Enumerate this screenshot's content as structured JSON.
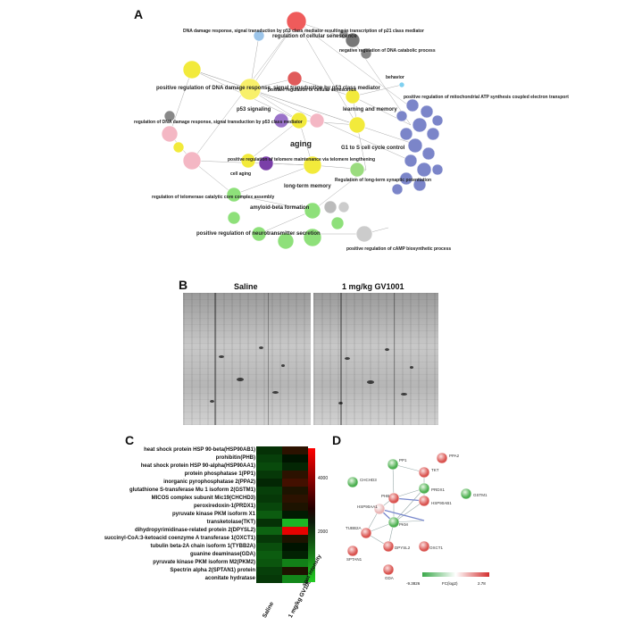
{
  "panels": {
    "a": "A",
    "b": "B",
    "c": "C",
    "d": "D"
  },
  "network": {
    "labels_bold": [
      "DNA damage response, signal transduction by p53 class mediator resulting in transcription of p21 class mediator",
      "regulation of cellular senescence",
      "negative regulation of DNA catabolic process",
      "behavior",
      "positive regulation of DNA damage response, signal transduction by p53 class mediator",
      "p53 signaling",
      "positive regulation of cellular senescence",
      "learning and memory",
      "positive regulation of mitochondrial ATP synthesis coupled electron transport",
      "regulation of DNA damage response, signal transduction by p53 class mediator",
      "aging",
      "G1 to S cell cycle control",
      "positive regulation of telomere maintenance via telomere lengthening",
      "cell aging",
      "long-term memory",
      "Regulation of long-term synaptic potentiation",
      "regulation of telomerase catalytic core complex assembly",
      "amyloid-beta formation",
      "positive regulation of neurotransmitter secretion",
      "positive regulation of cAMP biosynthetic process"
    ]
  },
  "gel": {
    "left_label": "Saline",
    "right_label": "1 mg/kg GV1001"
  },
  "heatmap": {
    "rows": [
      "heat shock protein HSP 90-beta(HSP90AB1)",
      "prohibitin(PHB)",
      "heat shock protein HSP 90-alpha(HSP90AA1)",
      "protein phosphatase 1(PP1)",
      "inorganic pyrophosphatase 2(PPA2)",
      "glutathione S-transferase Mu 1 isoform 2(GSTM1)",
      "MICOS complex subunit Mic19(CHCHD3)",
      "peroxiredoxin-1(PRDX1)",
      "pyruvate kinase PKM isoform X1",
      "transketolase(TKT)",
      "dihydropyrimidinase-related protein 2(DPYSL2)",
      "succinyl-CoA:3-ketoacid coenzyme A transferase 1(OXCT1)",
      "tubulin beta-2A chain isoform 1(TYBB2A)",
      "guanine deaminase(GDA)",
      "pyruvate kinase PKM isoform M2(PKM2)",
      "Spectrin alpha 2(SPTAN1) protein",
      "aconitate hydratase"
    ],
    "columns": [
      "Saline",
      "1 mg/kg GV1001"
    ],
    "legend_title": "spot intensity",
    "ticks": [
      "4000",
      "2000"
    ],
    "values": [
      [
        0.42,
        0.55
      ],
      [
        0.38,
        0.5
      ],
      [
        0.35,
        0.45
      ],
      [
        0.4,
        0.55
      ],
      [
        0.45,
        0.6
      ],
      [
        0.38,
        0.52
      ],
      [
        0.4,
        0.55
      ],
      [
        0.36,
        0.52
      ],
      [
        0.3,
        0.48
      ],
      [
        0.42,
        0.05
      ],
      [
        0.28,
        0.95
      ],
      [
        0.4,
        0.52
      ],
      [
        0.34,
        0.5
      ],
      [
        0.3,
        0.46
      ],
      [
        0.32,
        0.2
      ],
      [
        0.38,
        0.52
      ],
      [
        0.4,
        0.18
      ]
    ]
  },
  "ppi": {
    "nodes": [
      "PP1",
      "PPA2",
      "CHCHD3",
      "TKT",
      "PHB",
      "HSP90AA1",
      "PRDX1",
      "GSTM1",
      "HSP90AB1",
      "PKM",
      "TUBB2A",
      "SPTAN1",
      "DPYSL2",
      "OXCT1",
      "GDA"
    ],
    "legend_min": "-9.3826",
    "legend_label": "FC(log2)",
    "legend_max": "2.78"
  }
}
